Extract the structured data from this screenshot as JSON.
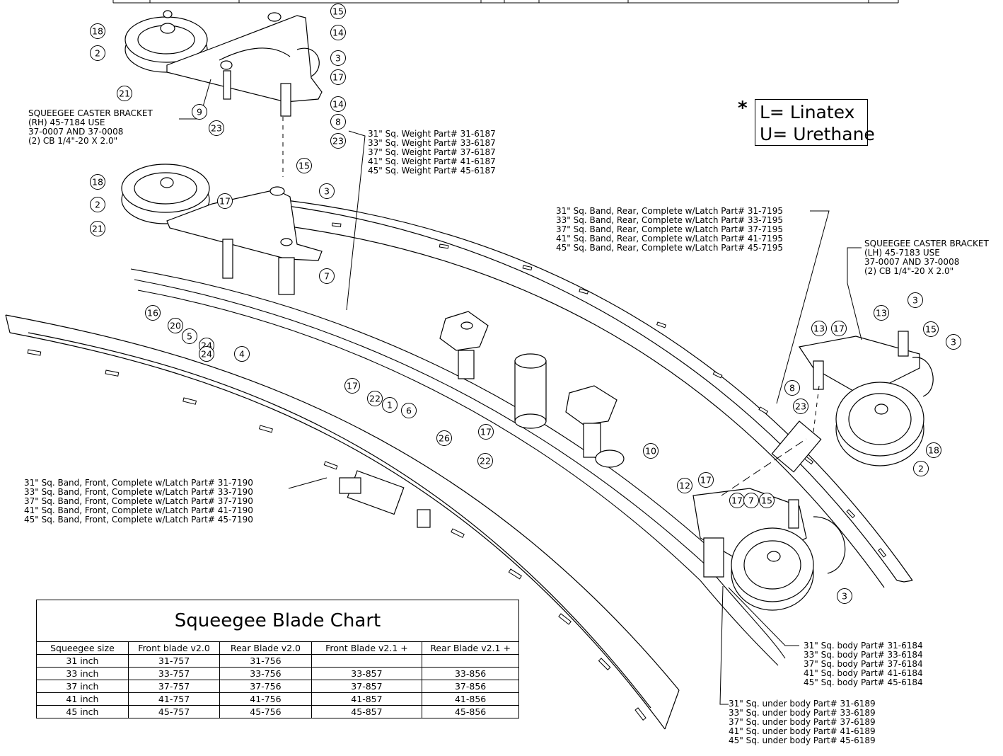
{
  "notes": {
    "rh_bracket": [
      "SQUEEGEE CASTER BRACKET",
      "(RH) 45-7184 USE",
      "37-0007 AND 37-0008",
      "(2) CB 1/4\"-20 X 2.0\""
    ],
    "lh_bracket": [
      "SQUEEGEE CASTER BRACKET",
      "(LH) 45-7183 USE",
      "37-0007 AND 37-0008",
      "(2) CB 1/4\"-20 X 2.0\""
    ],
    "weight": [
      "31\" Sq. Weight Part# 31-6187",
      "33\" Sq. Weight Part# 33-6187",
      "37\" Sq. Weight Part# 37-6187",
      "41\" Sq. Weight Part# 41-6187",
      "45\" Sq. Weight Part# 45-6187"
    ],
    "rear_band": [
      "31\" Sq. Band, Rear, Complete w/Latch Part# 31-7195",
      "33\" Sq. Band, Rear, Complete w/Latch Part# 33-7195",
      "37\" Sq. Band, Rear, Complete w/Latch Part# 37-7195",
      "41\" Sq. Band, Rear, Complete w/Latch Part# 41-7195",
      "45\" Sq. Band, Rear, Complete w/Latch Part# 45-7195"
    ],
    "front_band": [
      "31\" Sq. Band, Front, Complete w/Latch Part# 31-7190",
      "33\" Sq. Band, Front, Complete w/Latch Part# 33-7190",
      "37\" Sq. Band, Front, Complete w/Latch Part# 37-7190",
      "41\" Sq. Band, Front, Complete w/Latch Part# 41-7190",
      "45\" Sq. Band, Front, Complete w/Latch Part# 45-7190"
    ],
    "body": [
      "31\" Sq. body Part# 31-6184",
      "33\" Sq. body Part# 33-6184",
      "37\" Sq. body Part# 37-6184",
      "41\" Sq. body Part# 41-6184",
      "45\" Sq. body Part# 45-6184"
    ],
    "under_body": [
      "31\" Sq. under body Part# 31-6189",
      "33\" Sq. under body Part# 33-6189",
      "37\" Sq. under body Part# 37-6189",
      "41\" Sq. under body Part# 41-6189",
      "45\" Sq. under body Part# 45-6189"
    ]
  },
  "material_key": {
    "star": "*",
    "lines": [
      "L= Linatex",
      "U= Urethane"
    ]
  },
  "blade_chart": {
    "title": "Squeegee Blade Chart",
    "headers": [
      "Squeegee size",
      "Front blade v2.0",
      "Rear Blade v2.0",
      "Front Blade v2.1 +",
      "Rear Blade v2.1 +"
    ],
    "rows": [
      [
        "31 inch",
        "31-757",
        "31-756",
        "",
        ""
      ],
      [
        "33 inch",
        "33-757",
        "33-756",
        "33-857",
        "33-856"
      ],
      [
        "37 inch",
        "37-757",
        "37-756",
        "37-857",
        "37-856"
      ],
      [
        "41 inch",
        "41-757",
        "41-756",
        "41-857",
        "41-856"
      ],
      [
        "45 inch",
        "45-757",
        "45-756",
        "45-857",
        "45-856"
      ]
    ]
  },
  "callouts": [
    "15",
    "18",
    "14",
    "2",
    "3",
    "17",
    "21",
    "14",
    "9",
    "8",
    "23",
    "23",
    "15",
    "18",
    "3",
    "2",
    "17",
    "21",
    "7",
    "16",
    "20",
    "5",
    "24",
    "4",
    "24",
    "17",
    "22",
    "1",
    "6",
    "26",
    "17",
    "22",
    "10",
    "12",
    "13",
    "17",
    "13",
    "3",
    "15",
    "3",
    "8",
    "23",
    "18",
    "2",
    "17",
    "17",
    "7",
    "15",
    "3"
  ]
}
